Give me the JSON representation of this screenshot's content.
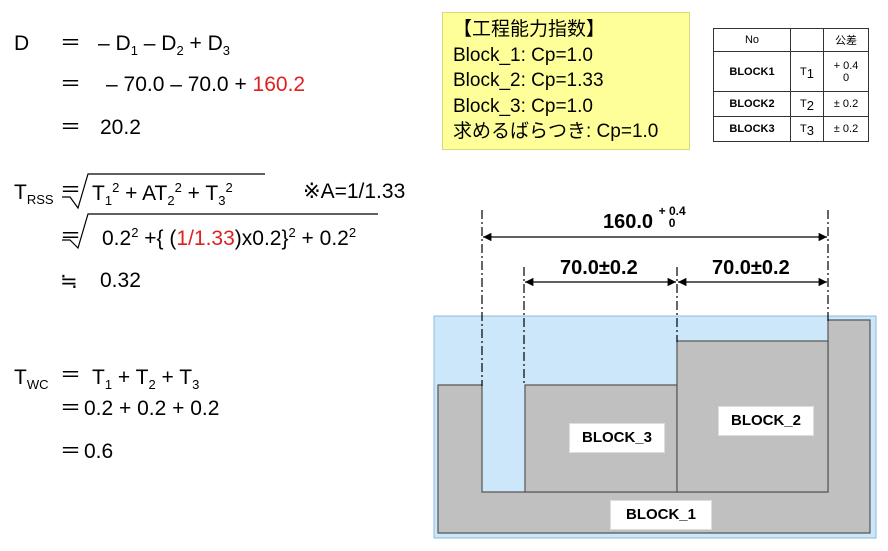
{
  "formulas": {
    "d_line1": {
      "lhs": "D",
      "eq": "＝",
      "expr": "– D",
      "s1": "1",
      "m2": " – D",
      "s2": "2",
      "m3": " + D",
      "s3": "3"
    },
    "d_line2": {
      "eq": "＝",
      "expr": "– 70.0 – 70.0 + ",
      "red": "160.2"
    },
    "d_line3": {
      "eq": "＝",
      "expr": "20.2"
    },
    "rss_line1": {
      "lhs": "T",
      "lhs_sub": "RSS",
      "eq": "＝",
      "a": "T",
      "as": "1",
      "ap": "2",
      "b": " + AT",
      "bs": "2",
      "bp": "2",
      "c": " + T",
      "cs": "3",
      "cp": "2",
      "note": "※A=1/1.33"
    },
    "rss_line2": {
      "eq": "＝",
      "a": "0.2",
      "ap": "2",
      "b": " +{ (",
      "red": "1/1.33",
      "c": ")x0.2}",
      "cp": "2",
      "d": " + 0.2",
      "dp": "2"
    },
    "rss_line3": {
      "eq": "≒",
      "expr": "0.32"
    },
    "wc_line1": {
      "lhs": "T",
      "lhs_sub": "WC",
      "eq": "＝",
      "a": "T",
      "as": "1",
      "b": " + T",
      "bs": "2",
      "c": " + T",
      "cs": "3"
    },
    "wc_line2": {
      "eq": "＝",
      "expr": "0.2 + 0.2 + 0.2"
    },
    "wc_line3": {
      "eq": "＝",
      "expr": "0.6"
    }
  },
  "info_box": {
    "title": "【工程能力指数】",
    "lines": [
      "Block_1: Cp=1.0",
      "Block_2: Cp=1.33",
      "Block_3: Cp=1.0",
      "求めるばらつき: Cp=1.0"
    ]
  },
  "table": {
    "headers": [
      "No",
      "",
      "公差"
    ],
    "rows": [
      {
        "no": "BLOCK1",
        "t": "T",
        "ts": "1",
        "tol_top": "+ 0.4",
        "tol_bottom": "0"
      },
      {
        "no": "BLOCK2",
        "t": "T",
        "ts": "2",
        "tol": "± 0.2"
      },
      {
        "no": "BLOCK3",
        "t": "T",
        "ts": "3",
        "tol": "± 0.2"
      }
    ]
  },
  "diagram": {
    "overall_dim": "160.0",
    "overall_tol_top": "+ 0.4",
    "overall_tol_bottom": "0",
    "dim_left": "70.0±0.2",
    "dim_right": "70.0±0.2",
    "block1": "BLOCK_1",
    "block2": "BLOCK_2",
    "block3": "BLOCK_3",
    "colors": {
      "water": "#cce6fa",
      "block": "#c0c0c0",
      "block_stroke": "#555555",
      "highlight": "#e02020"
    }
  }
}
